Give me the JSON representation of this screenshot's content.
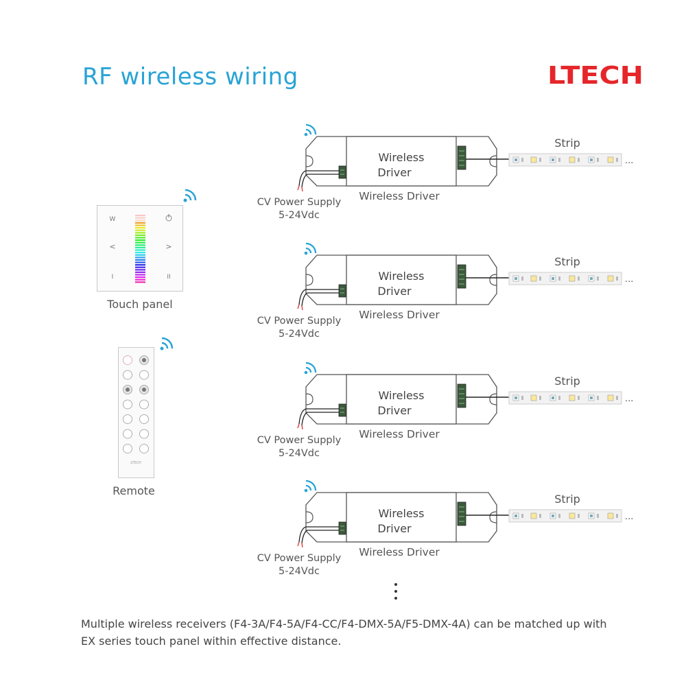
{
  "title": "RF wireless wiring",
  "brand": "LTECH",
  "brand_color": "#e5262a",
  "accent_color": "#29a3d6",
  "touch_panel": {
    "label": "Touch panel",
    "key_w": "W",
    "key_left": "<",
    "key_right": ">",
    "key_on": "I",
    "key_off": "II",
    "power_icon": "power-icon"
  },
  "remote": {
    "label": "Remote",
    "brand_mark": "LTECH"
  },
  "drivers": [
    {
      "name_line1": "Wireless",
      "name_line2": "Driver",
      "caption": "Wireless Driver",
      "power_line1": "CV Power Supply",
      "power_line2": "5-24Vdc",
      "strip_label": "Strip"
    },
    {
      "name_line1": "Wireless",
      "name_line2": "Driver",
      "caption": "Wireless Driver",
      "power_line1": "CV Power Supply",
      "power_line2": "5-24Vdc",
      "strip_label": "Strip"
    },
    {
      "name_line1": "Wireless",
      "name_line2": "Driver",
      "caption": "Wireless Driver",
      "power_line1": "CV Power Supply",
      "power_line2": "5-24Vdc",
      "strip_label": "Strip"
    },
    {
      "name_line1": "Wireless",
      "name_line2": "Driver",
      "caption": "Wireless Driver",
      "power_line1": "CV Power Supply",
      "power_line2": "5-24Vdc",
      "strip_label": "Strip"
    }
  ],
  "strip_ellipsis": "...",
  "footer": {
    "line1": "Multiple wireless receivers (F4-3A/F4-5A/F4-CC/F4-DMX-5A/F5-DMX-4A) can be matched up with",
    "line2": "EX series touch panel within effective distance."
  }
}
